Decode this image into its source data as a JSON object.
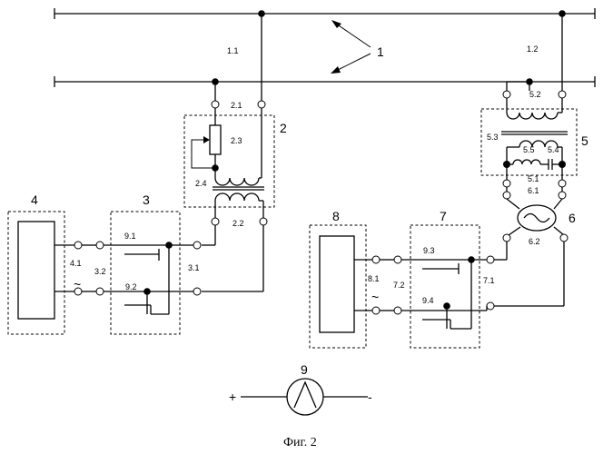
{
  "labels": {
    "l1_1": "1.1",
    "l1_2": "1.2",
    "l1": "1",
    "l2": "2",
    "l2_1": "2.1",
    "l2_2": "2.2",
    "l2_3": "2.3",
    "l2_4": "2.4",
    "l3": "3",
    "l3_1": "3.1",
    "l3_2": "3.2",
    "l4": "4",
    "l4_1": "4.1",
    "l5": "5",
    "l5_1": "5.1",
    "l5_2": "5.2",
    "l5_3": "5.3",
    "l5_4": "5.4",
    "l5_5": "5.5",
    "l6": "6",
    "l6_1": "6.1",
    "l6_2": "6.2",
    "l7": "7",
    "l7_1": "7.1",
    "l7_2": "7.2",
    "l8": "8",
    "l8_1": "8.1",
    "l9": "9",
    "l9_1": "9.1",
    "l9_2": "9.2",
    "l9_3": "9.3",
    "l9_4": "9.4",
    "ac_left": "~",
    "ac_right": "~",
    "plus": "+",
    "minus": "-"
  },
  "caption": "Фиг. 2"
}
